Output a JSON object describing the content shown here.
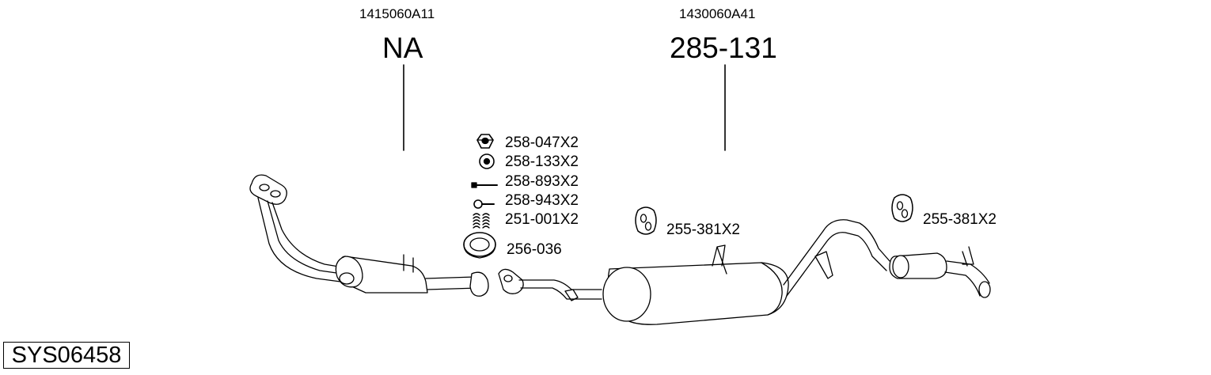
{
  "diagram": {
    "code": "SYS06458",
    "assemblies": [
      {
        "oe_number": "1415060A11",
        "part_number": "NA"
      },
      {
        "oe_number": "1430060A41",
        "part_number": "285-131"
      }
    ],
    "kit_items": [
      {
        "part": "258-047X2",
        "icon": "hex-nut-icon"
      },
      {
        "part": "258-133X2",
        "icon": "washer-ring-icon"
      },
      {
        "part": "258-893X2",
        "icon": "long-bolt-icon"
      },
      {
        "part": "258-943X2",
        "icon": "bolt-icon"
      },
      {
        "part": "251-001X2",
        "icon": "spring-icon"
      },
      {
        "part": "256-036",
        "icon": "gasket-ring-icon"
      }
    ],
    "hangers": [
      {
        "part": "255-381X2",
        "icon": "rubber-hanger-icon"
      },
      {
        "part": "255-381X2",
        "icon": "rubber-hanger-icon"
      }
    ]
  }
}
